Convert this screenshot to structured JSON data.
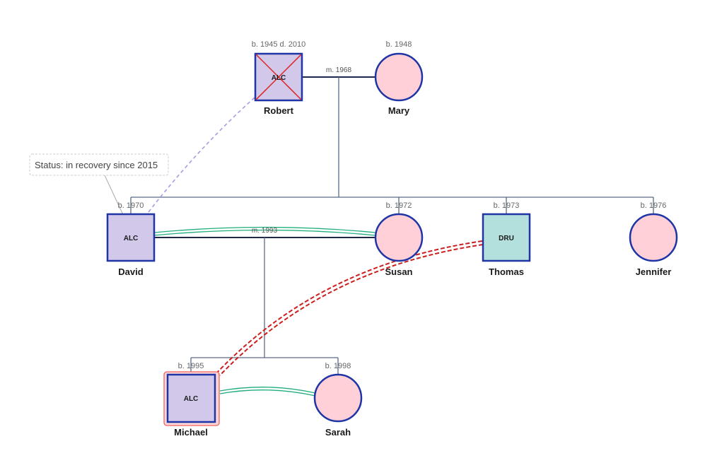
{
  "colors": {
    "male_fill": "#d1c8ea",
    "female_fill": "#ffd0d8",
    "drug_fill": "#b3e0dc",
    "outline": "#1f35a6",
    "line": "#5a6a86",
    "marriage_line": "#1e2a4a",
    "emotional_close": "#1fae7a",
    "conflict": "#cc1f1f",
    "dashed_link": "#a99be0",
    "highlight_fill": "#ffd7d7",
    "highlight_border": "#f06060",
    "deceased_cross": "#e02020"
  },
  "people": {
    "robert": {
      "name": "Robert",
      "dates": "b. 1945 d. 2010",
      "code": "ALC"
    },
    "mary": {
      "name": "Mary",
      "dates": "b. 1948"
    },
    "david": {
      "name": "David",
      "dates": "b. 1970",
      "code": "ALC"
    },
    "susan": {
      "name": "Susan",
      "dates": "b. 1972"
    },
    "thomas": {
      "name": "Thomas",
      "dates": "b. 1973",
      "code": "DRU"
    },
    "jennifer": {
      "name": "Jennifer",
      "dates": "b. 1976"
    },
    "michael": {
      "name": "Michael",
      "dates": "b. 1995",
      "code": "ALC"
    },
    "sarah": {
      "name": "Sarah",
      "dates": "b. 1998"
    }
  },
  "marriages": {
    "robert_mary": "m. 1968",
    "david_susan": "m. 1993"
  },
  "note": {
    "text": "Status: in recovery since 2015"
  }
}
